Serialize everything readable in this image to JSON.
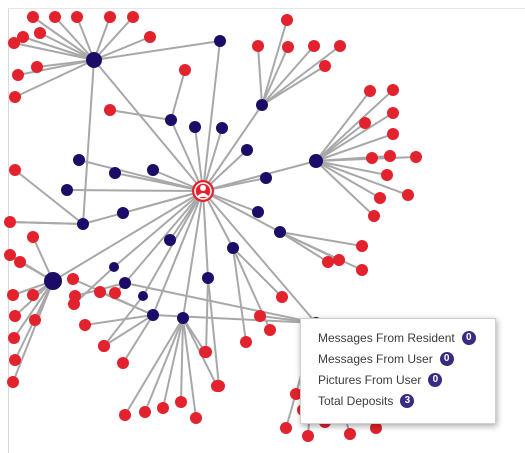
{
  "colors": {
    "resident_node": "#1c0c68",
    "leaf_node": "#e2222d",
    "edge": "#a8a8a8",
    "badge": "#3a2a82",
    "center_fill": "#e2222d"
  },
  "center_icon": "user-icon",
  "tooltip": {
    "rows": [
      {
        "label": "Messages From Resident",
        "count": "0"
      },
      {
        "label": "Messages From User",
        "count": "0"
      },
      {
        "label": "Pictures From User",
        "count": "0"
      },
      {
        "label": "Total Deposits",
        "count": "3"
      }
    ]
  }
}
